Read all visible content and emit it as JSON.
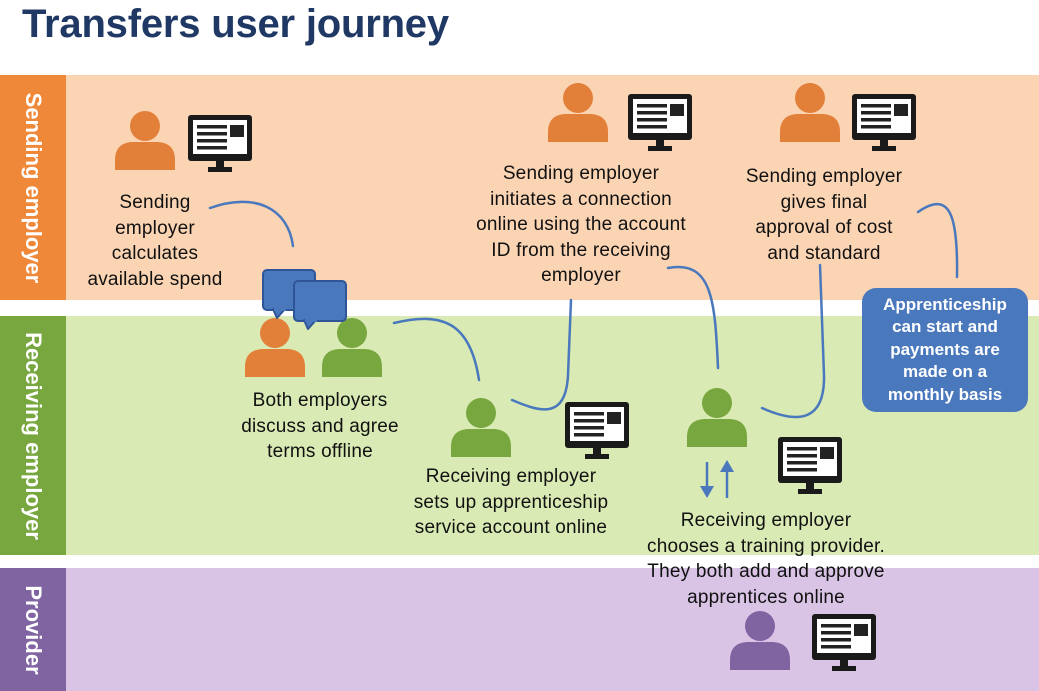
{
  "title": "Transfers user journey",
  "colors": {
    "title": "#1f3864",
    "sending_label": "#f0883a",
    "sending_bg": "#fbd4b4",
    "receiving_label": "#77a73e",
    "receiving_bg": "#d9eab4",
    "provider_label": "#8064a2",
    "provider_bg": "#d9c4e6",
    "connector": "#4a78bd",
    "callout": "#4a78bd"
  },
  "lanes": {
    "sending": "Sending employer",
    "receiving": "Receiving employer",
    "provider": "Provider"
  },
  "steps": {
    "calculate": [
      "Sending",
      "employer",
      "calculates",
      "available spend"
    ],
    "discuss": [
      "Both employers",
      "discuss and agree",
      "terms offline"
    ],
    "setup": [
      "Receiving employer",
      "sets up apprenticeship",
      "service account online"
    ],
    "connect": [
      "Sending employer",
      "initiates a connection",
      "online using the account",
      "ID from the receiving",
      "employer"
    ],
    "provider": [
      "Receiving employer",
      "chooses a training provider.",
      "They both add and approve",
      "apprentices online"
    ],
    "approve": [
      "Sending employer",
      "gives final",
      "approval of cost",
      "and standard"
    ]
  },
  "callout": [
    "Apprenticeship",
    "can start and",
    "payments are",
    "made on a",
    "monthly basis"
  ],
  "icons": [
    "person-icon",
    "computer-icon",
    "speech-bubble-icon",
    "up-down-arrows-icon"
  ]
}
